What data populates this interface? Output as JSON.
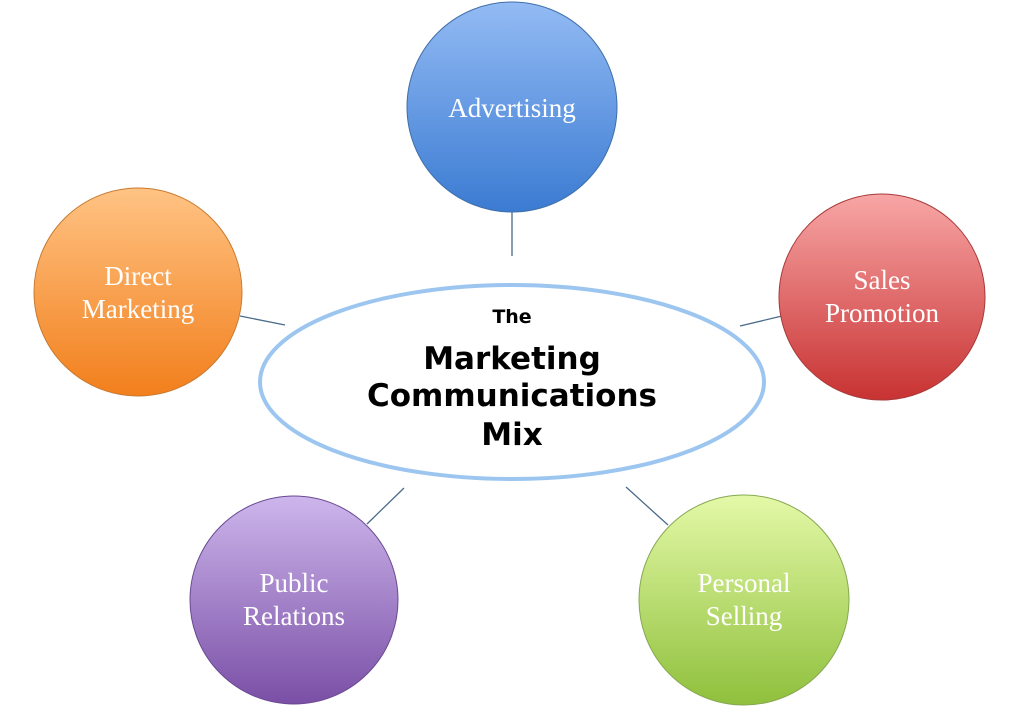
{
  "diagram": {
    "center": {
      "line1": "The",
      "line2": "Marketing",
      "line3": "Communications",
      "line4": "Mix"
    },
    "nodes": [
      {
        "id": "advertising",
        "lines": [
          "Advertising"
        ],
        "color_top": "#93bbf4",
        "color_bottom": "#3b7bd2"
      },
      {
        "id": "sales-promotion",
        "lines": [
          "Sales",
          "Promotion"
        ],
        "color_top": "#f8a6a6",
        "color_bottom": "#c83232"
      },
      {
        "id": "personal-selling",
        "lines": [
          "Personal",
          "Selling"
        ],
        "color_top": "#e4f9a8",
        "color_bottom": "#8fc03c"
      },
      {
        "id": "public-relations",
        "lines": [
          "Public",
          "Relations"
        ],
        "color_top": "#cdb6ec",
        "color_bottom": "#7a4fa6"
      },
      {
        "id": "direct-marketing",
        "lines": [
          "Direct",
          "Marketing"
        ],
        "color_top": "#ffc384",
        "color_bottom": "#f27f1c"
      }
    ],
    "connector_color": "#4a6b8a",
    "ellipse_stroke": "#9cc6f0"
  }
}
